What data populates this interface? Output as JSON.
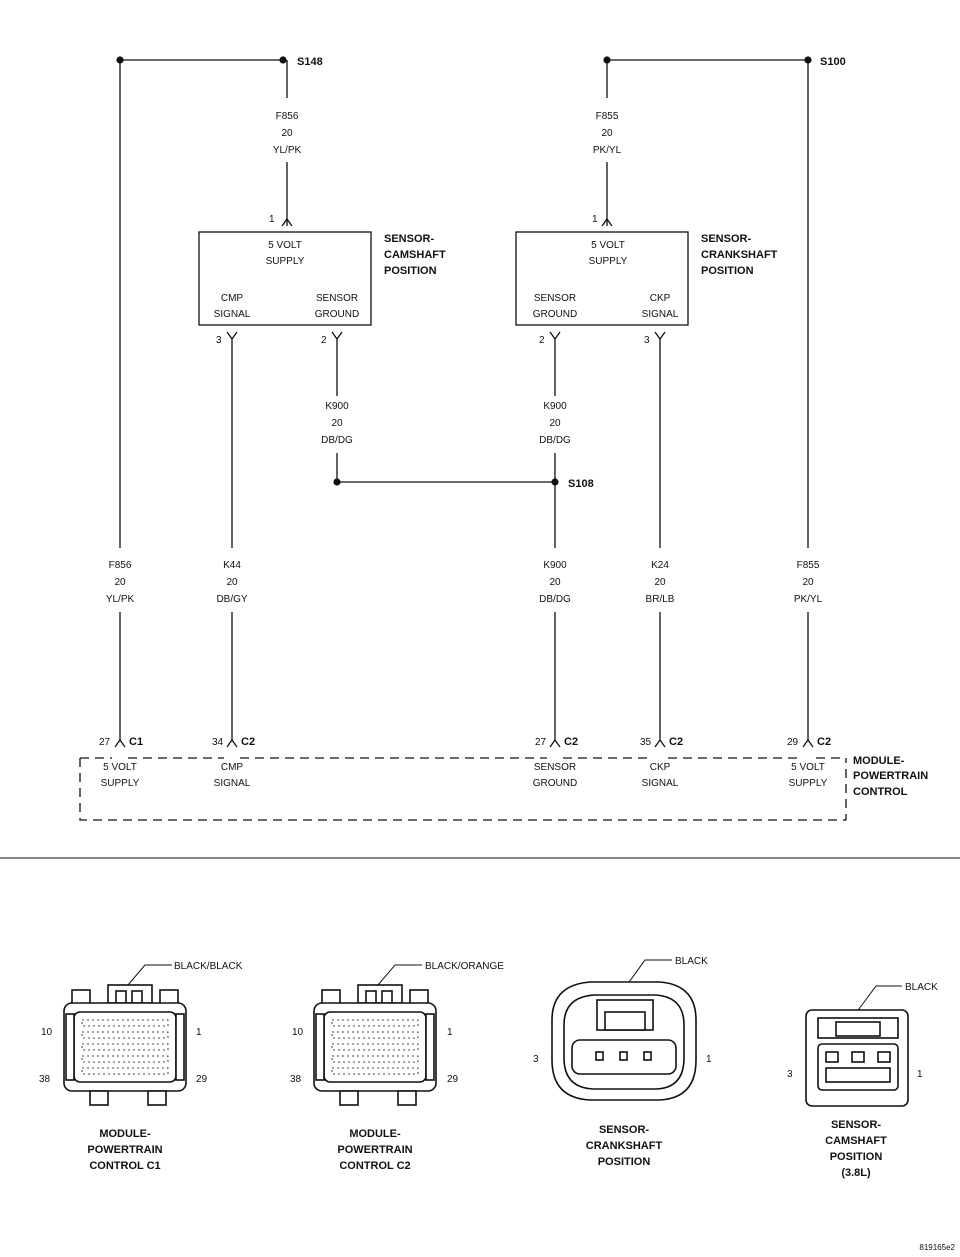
{
  "splices": {
    "s148": "S148",
    "s100": "S100",
    "s108": "S108"
  },
  "wires": {
    "f856": {
      "circuit": "F856",
      "gauge": "20",
      "color": "YL/PK"
    },
    "f855": {
      "circuit": "F855",
      "gauge": "20",
      "color": "PK/YL"
    },
    "k900": {
      "circuit": "K900",
      "gauge": "20",
      "color": "DB/DG"
    },
    "k44": {
      "circuit": "K44",
      "gauge": "20",
      "color": "DB/GY"
    },
    "k24": {
      "circuit": "K24",
      "gauge": "20",
      "color": "BR/LB"
    }
  },
  "cmp_sensor": {
    "title": [
      "SENSOR-",
      "CAMSHAFT",
      "POSITION"
    ],
    "supply": [
      "5 VOLT",
      "SUPPLY"
    ],
    "signal": [
      "CMP",
      "SIGNAL"
    ],
    "ground": [
      "SENSOR",
      "GROUND"
    ],
    "pin_supply": "1",
    "pin_signal": "3",
    "pin_ground": "2"
  },
  "ckp_sensor": {
    "title": [
      "SENSOR-",
      "CRANKSHAFT",
      "POSITION"
    ],
    "supply": [
      "5 VOLT",
      "SUPPLY"
    ],
    "ground": [
      "SENSOR",
      "GROUND"
    ],
    "signal": [
      "CKP",
      "SIGNAL"
    ],
    "pin_supply": "1",
    "pin_ground": "2",
    "pin_signal": "3"
  },
  "pcm": {
    "title": [
      "MODULE-",
      "POWERTRAIN",
      "CONTROL"
    ],
    "pins": [
      {
        "pin": "27",
        "conn": "C1",
        "label": [
          "5 VOLT",
          "SUPPLY"
        ]
      },
      {
        "pin": "34",
        "conn": "C2",
        "label": [
          "CMP",
          "SIGNAL"
        ]
      },
      {
        "pin": "27",
        "conn": "C2",
        "label": [
          "SENSOR",
          "GROUND"
        ]
      },
      {
        "pin": "35",
        "conn": "C2",
        "label": [
          "CKP",
          "SIGNAL"
        ]
      },
      {
        "pin": "29",
        "conn": "C2",
        "label": [
          "5 VOLT",
          "SUPPLY"
        ]
      }
    ]
  },
  "connector_views": [
    {
      "color": "BLACK/BLACK",
      "pin_tl": "10",
      "pin_tr": "1",
      "pin_bl": "38",
      "pin_br": "29",
      "title": [
        "MODULE-",
        "POWERTRAIN",
        "CONTROL C1"
      ]
    },
    {
      "color": "BLACK/ORANGE",
      "pin_tl": "10",
      "pin_tr": "1",
      "pin_bl": "38",
      "pin_br": "29",
      "title": [
        "MODULE-",
        "POWERTRAIN",
        "CONTROL C2"
      ]
    },
    {
      "color": "BLACK",
      "pin_l": "3",
      "pin_r": "1",
      "title": [
        "SENSOR-",
        "CRANKSHAFT",
        "POSITION"
      ]
    },
    {
      "color": "BLACK",
      "pin_l": "3",
      "pin_r": "1",
      "title": [
        "SENSOR-",
        "CAMSHAFT",
        "POSITION",
        "(3.8L)"
      ]
    }
  ],
  "figure_id": "819165e2"
}
